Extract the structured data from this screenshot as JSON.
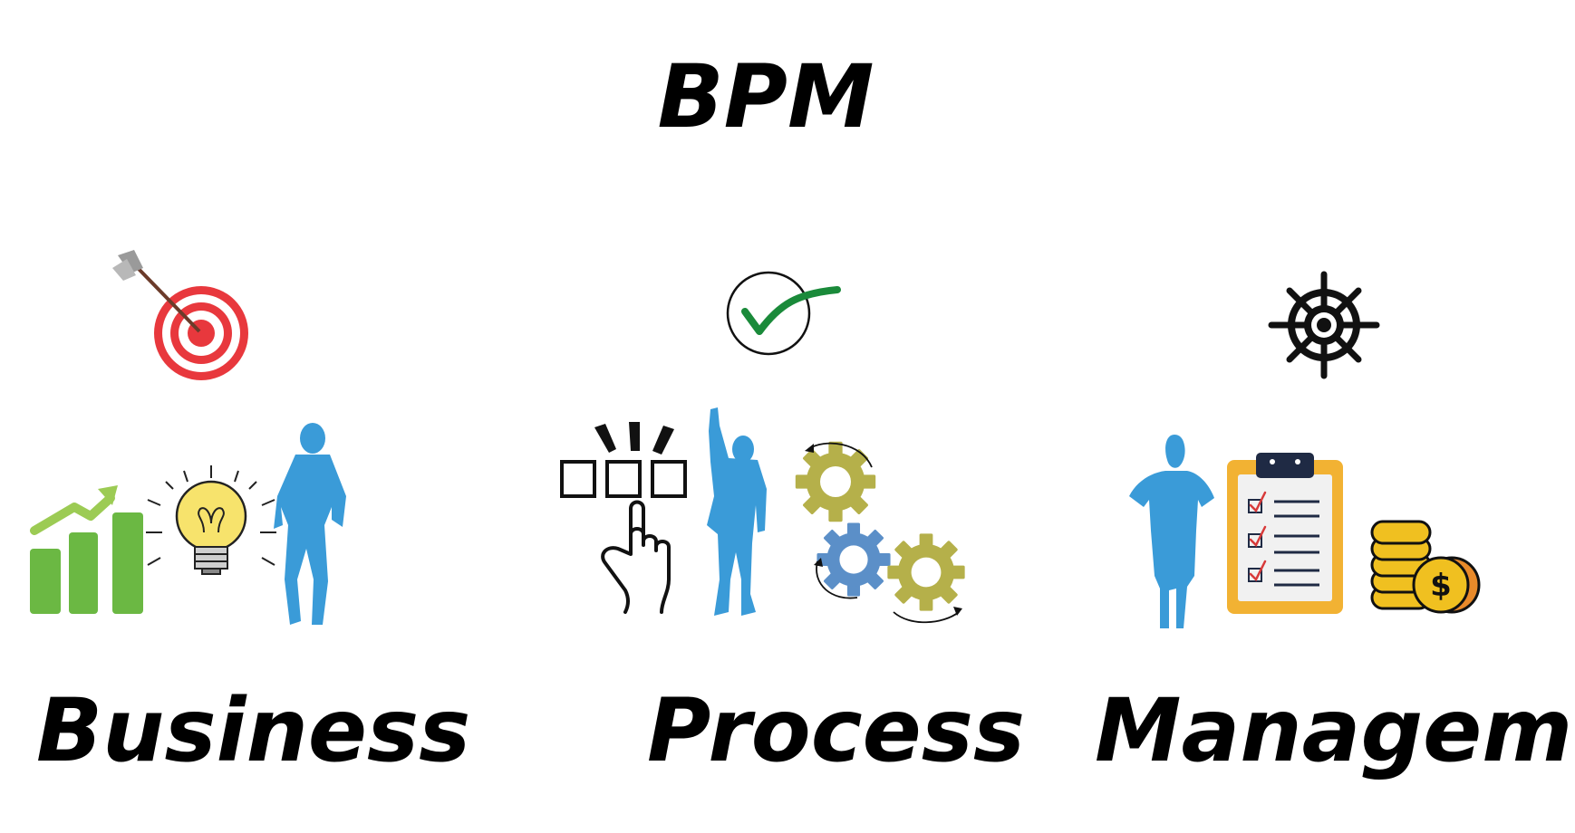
{
  "title": "BPM",
  "columns": [
    {
      "label": "Business",
      "icon": "target-icon",
      "illustrations": [
        "growth-chart-icon",
        "lightbulb-icon",
        "walking-man-icon"
      ]
    },
    {
      "label": "Process",
      "icon": "checkmark-icon",
      "illustrations": [
        "tap-boxes-icon",
        "raised-fist-man-icon",
        "gears-icon"
      ]
    },
    {
      "label": "Management",
      "icon": "ship-wheel-icon",
      "illustrations": [
        "woman-silhouette-icon",
        "clipboard-checklist-icon",
        "coin-stack-icon"
      ]
    }
  ],
  "colors": {
    "text": "#000000",
    "figure_blue": "#3a9bd8",
    "chart_green": "#6bb843",
    "gear_olive": "#b5b04a",
    "gear_blue": "#5b8fc8",
    "target_red": "#e8383d",
    "clipboard_orange": "#f2b233",
    "coin_gold": "#f0c020",
    "check_green": "#1a8a3a"
  }
}
